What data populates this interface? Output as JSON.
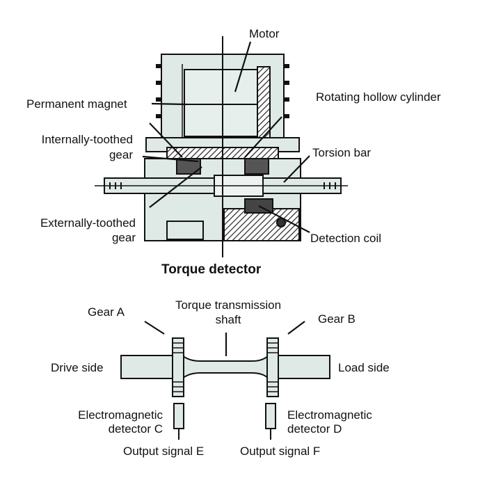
{
  "labels": {
    "motor": "Motor",
    "permanent_magnet": "Permanent magnet",
    "rotating_hollow_cylinder": "Rotating hollow cylinder",
    "internally_toothed_gear_1": "Internally-toothed",
    "internally_toothed_gear_2": "gear",
    "torsion_bar": "Torsion bar",
    "externally_toothed_gear_1": "Externally-toothed",
    "externally_toothed_gear_2": "gear",
    "detection_coil": "Detection coil",
    "torque_detector_title": "Torque detector",
    "gear_a": "Gear A",
    "torque_transmission_shaft_1": "Torque transmission",
    "torque_transmission_shaft_2": "shaft",
    "gear_b": "Gear B",
    "drive_side": "Drive side",
    "load_side": "Load side",
    "detector_c_1": "Electromagnetic",
    "detector_c_2": "detector C",
    "detector_d_1": "Electromagnetic",
    "detector_d_2": "detector D",
    "output_e": "Output signal E",
    "output_f": "Output signal F"
  },
  "colors": {
    "fill": "#dfe9e5",
    "hatch": "#333333",
    "line": "#111111"
  }
}
